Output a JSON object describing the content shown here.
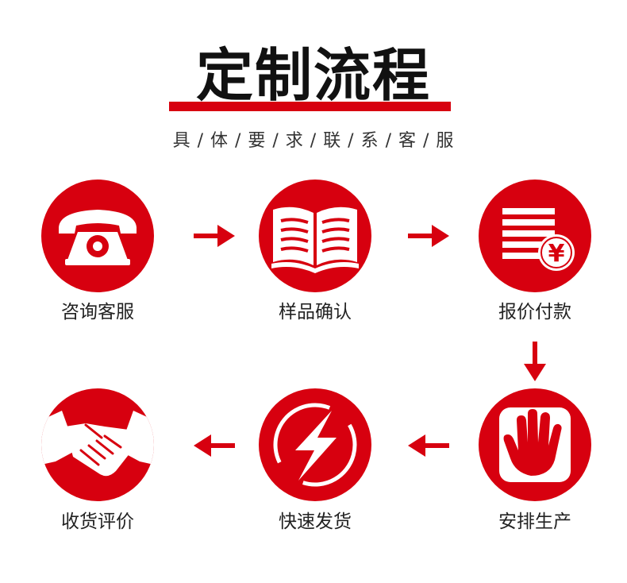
{
  "header": {
    "title": "定制流程",
    "subtitle": "具 / 体 / 要 / 求 / 联 / 系 / 客 / 服"
  },
  "steps": [
    {
      "label": "咨询客服",
      "icon": "telephone-icon"
    },
    {
      "label": "样品确认",
      "icon": "open-book-icon"
    },
    {
      "label": "报价付款",
      "icon": "invoice-yen-icon",
      "symbol": "¥"
    },
    {
      "label": "安排生产",
      "icon": "hand-icon"
    },
    {
      "label": "快速发货",
      "icon": "lightning-icon"
    },
    {
      "label": "收货评价",
      "icon": "handshake-icon"
    }
  ],
  "colors": {
    "accent": "#d7000f",
    "title": "#111111",
    "text": "#222222"
  }
}
